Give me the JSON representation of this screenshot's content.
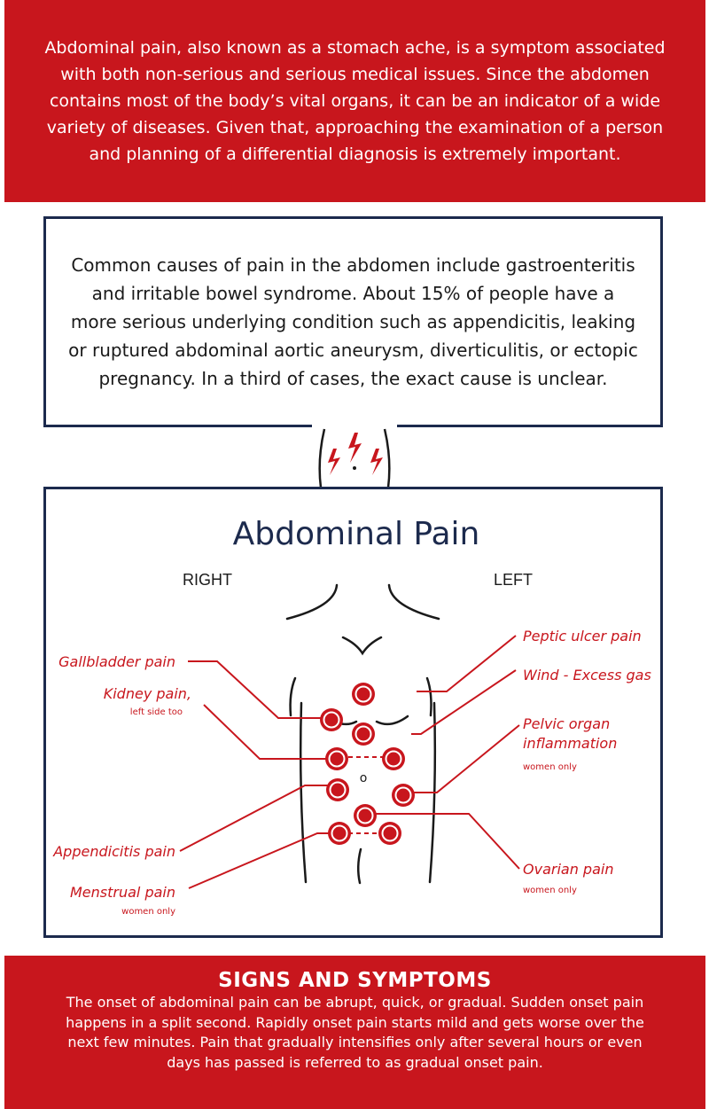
{
  "intro": {
    "text": "Abdominal pain, also known as a stomach ache, is a symptom associated with both non-serious and serious medical issues. Since the abdomen contains most of the body’s vital organs, it can be an indicator of a wide variety of diseases. Given that, approaching the examination of a person and planning of a differential diagnosis is extremely important."
  },
  "causes": {
    "text": "Common causes of pain in the abdomen include gastroenteritis and irritable bowel syndrome. About 15% of people have a more serious underlying condition such as appendicitis, leaking or ruptured abdominal aortic aneurysm, diverticulitis, or ectopic pregnancy. In a third of cases, the exact cause is unclear."
  },
  "diagram": {
    "title": "Abdominal Pain",
    "side_right": "RIGHT",
    "side_left": "LEFT",
    "labels": {
      "gallbladder": "Gallbladder pain",
      "kidney": "Kidney pain,",
      "kidney_note": "left side too",
      "appendicitis": "Appendicitis pain",
      "menstrual": "Menstrual pain",
      "menstrual_note": "women only",
      "peptic": "Peptic ulcer pain",
      "wind": "Wind - Excess gas",
      "pelvic_line1": "Pelvic organ",
      "pelvic_line2": "inflammation",
      "pelvic_note": "women only",
      "ovarian": "Ovarian pain",
      "ovarian_note": "women only"
    },
    "navel": "o",
    "colors": {
      "accent": "#c8161d",
      "outline": "#1c2a4d",
      "body": "#1a1a1a"
    }
  },
  "signs": {
    "title": "SIGNS AND SYMPTOMS",
    "text": "The onset of abdominal pain can be abrupt, quick, or gradual. Sudden onset pain happens in a split second. Rapidly onset pain starts mild and gets worse over the next few minutes. Pain that gradually intensifies only after several hours or even days has passed is referred to as gradual onset pain."
  }
}
